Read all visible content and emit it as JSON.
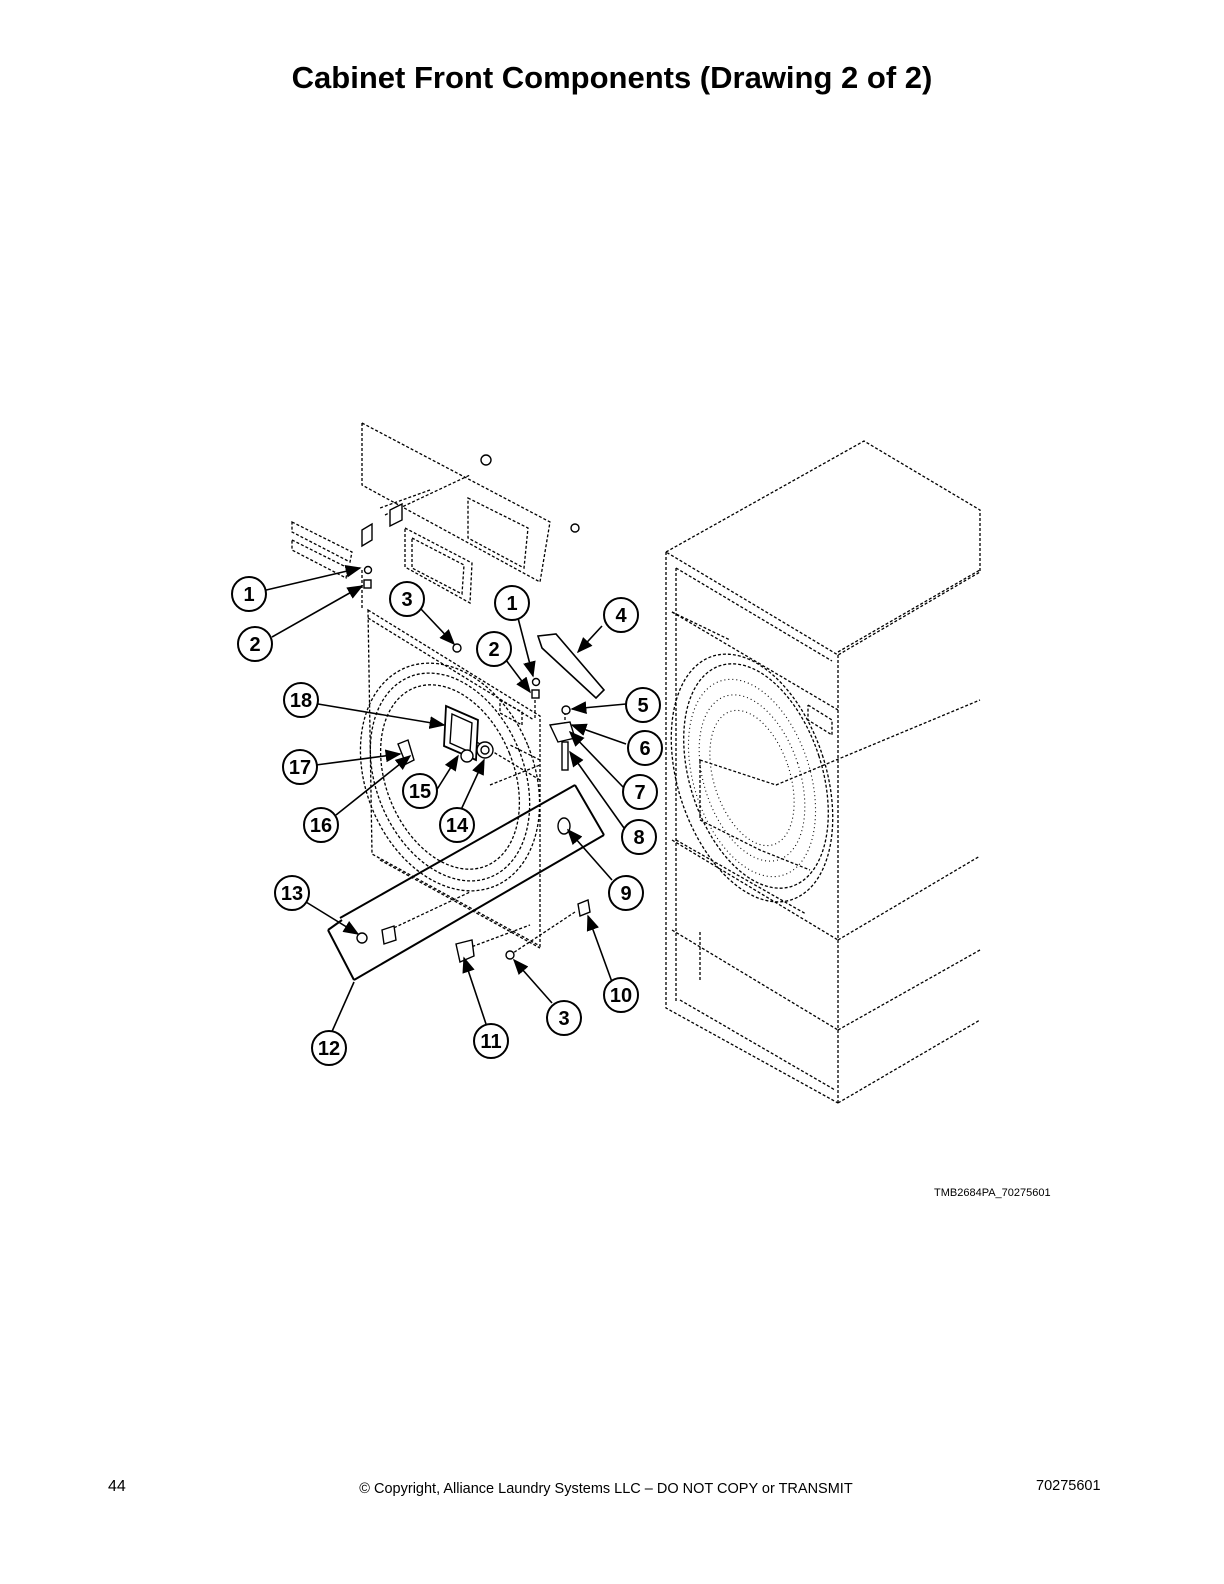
{
  "title": "Cabinet Front Components (Drawing 2 of 2)",
  "drawing_ref": "TMB2684PA_70275601",
  "footer": {
    "page_number": "44",
    "copyright": "© Copyright, Alliance Laundry Systems LLC – DO NOT COPY or TRANSMIT",
    "doc_number": "70275601"
  },
  "callouts": [
    "1",
    "2",
    "3",
    "1",
    "4",
    "2",
    "18",
    "5",
    "6",
    "17",
    "15",
    "7",
    "14",
    "16",
    "8",
    "9",
    "13",
    "10",
    "3",
    "11",
    "12"
  ]
}
